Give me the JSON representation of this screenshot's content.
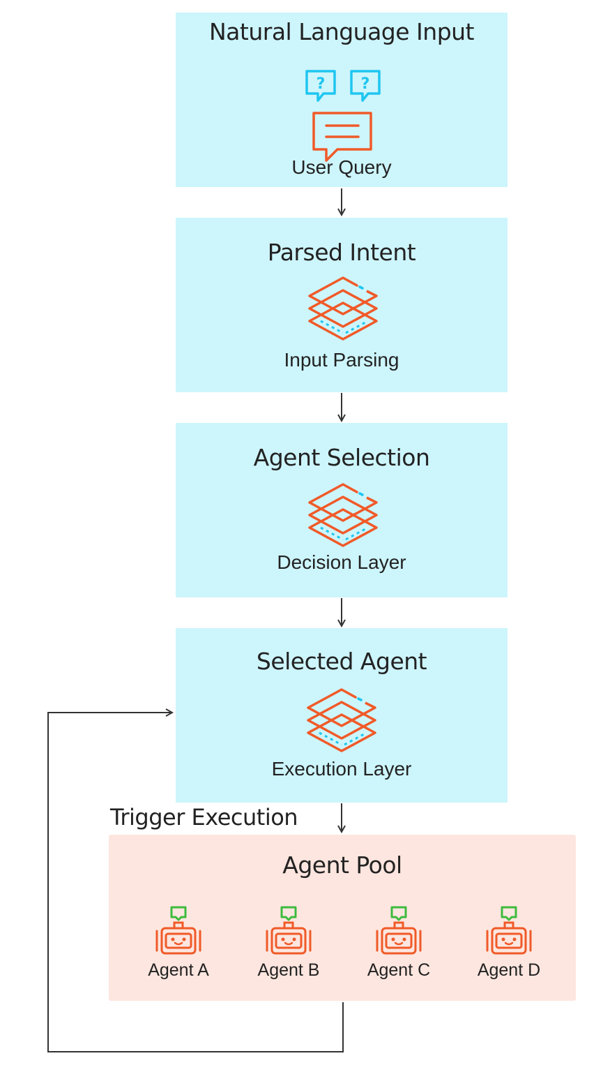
{
  "nodes": [
    {
      "title": "Natural Language Input",
      "subtitle": "User Query",
      "icon": "chat-question-icon"
    },
    {
      "title": "Parsed Intent",
      "subtitle": "Input Parsing",
      "icon": "layers-icon"
    },
    {
      "title": "Agent Selection",
      "subtitle": "Decision Layer",
      "icon": "layers-icon"
    },
    {
      "title": "Selected Agent",
      "subtitle": "Execution Layer",
      "icon": "layers-icon"
    }
  ],
  "edge_label": "Trigger Execution",
  "pool": {
    "title": "Agent Pool",
    "agents": [
      {
        "label": "Agent A",
        "icon": "robot-icon"
      },
      {
        "label": "Agent B",
        "icon": "robot-icon"
      },
      {
        "label": "Agent C",
        "icon": "robot-icon"
      },
      {
        "label": "Agent D",
        "icon": "robot-icon"
      }
    ]
  },
  "colors": {
    "node_fill": "#cdf5fc",
    "pool_fill": "#fde6df",
    "icon_orange": "#f05a28",
    "icon_cyan": "#1ec6f0",
    "icon_green": "#3dbb3d",
    "arrow": "#333333"
  }
}
